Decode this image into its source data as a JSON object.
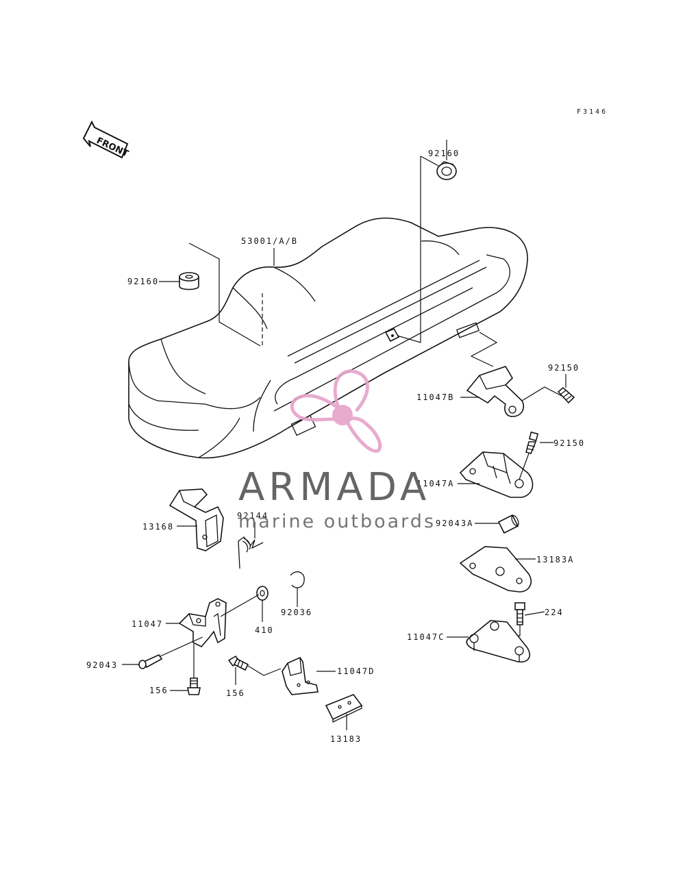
{
  "figure_code": "F3146",
  "front_label": "FRONT",
  "watermark": {
    "brand": "ARMADA",
    "tagline": "marine outboards",
    "accent_color": "#e6a3c9",
    "logo_icon": "propeller-icon"
  },
  "parts": {
    "p53001": "53001/A/B",
    "p92160_top": "92160",
    "p92160_left": "92160",
    "p92150_a": "92150",
    "p92150_b": "92150",
    "p11047b": "11047B",
    "p11047a": "11047A",
    "p13168": "13168",
    "p92144": "92144",
    "p92043a": "92043A",
    "p13183a": "13183A",
    "p92036": "92036",
    "p410": "410",
    "p11047": "11047",
    "p224": "224",
    "p11047c": "11047C",
    "p92043": "92043",
    "p156_a": "156",
    "p156_b": "156",
    "p11047d": "11047D",
    "p13183": "13183"
  }
}
